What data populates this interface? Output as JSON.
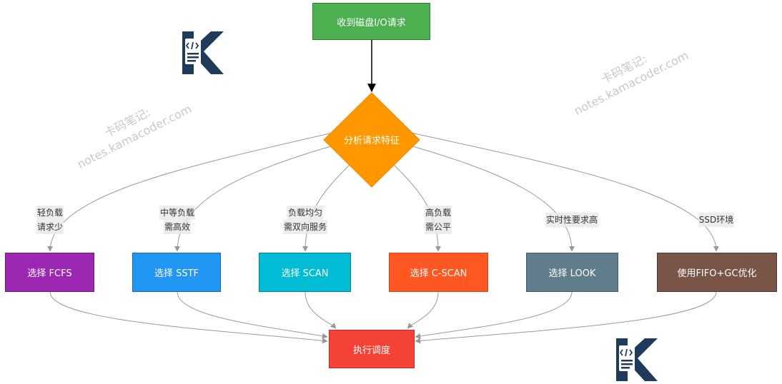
{
  "nodes": {
    "start": "收到磁盘I/O请求",
    "decision": "分析请求特征",
    "fcfs": "选择 FCFS",
    "sstf": "选择 SSTF",
    "scan": "选择 SCAN",
    "cscan": "选择 C-SCAN",
    "look": "选择 LOOK",
    "ssd": "使用FIFO+GC优化",
    "execute": "执行调度"
  },
  "edge_labels": {
    "fcfs_1": "轻负载",
    "fcfs_2": "请求少",
    "sstf_1": "中等负载",
    "sstf_2": "需高效",
    "scan_1": "负载均匀",
    "scan_2": "需双向服务",
    "cscan_1": "高负载",
    "cscan_2": "需公平",
    "look": "实时性要求高",
    "ssd": "SSD环境"
  },
  "watermark": {
    "line1": "卡码笔记:",
    "line2": "notes.kamacoder.com"
  },
  "colors": {
    "start": "#4caf50",
    "decision": "#ff9800",
    "fcfs": "#9c27b0",
    "sstf": "#2196f3",
    "scan": "#00bcd4",
    "cscan": "#ff5722",
    "look": "#607d8b",
    "ssd": "#795548",
    "execute": "#f44336",
    "logo": "#1f3b5c"
  }
}
